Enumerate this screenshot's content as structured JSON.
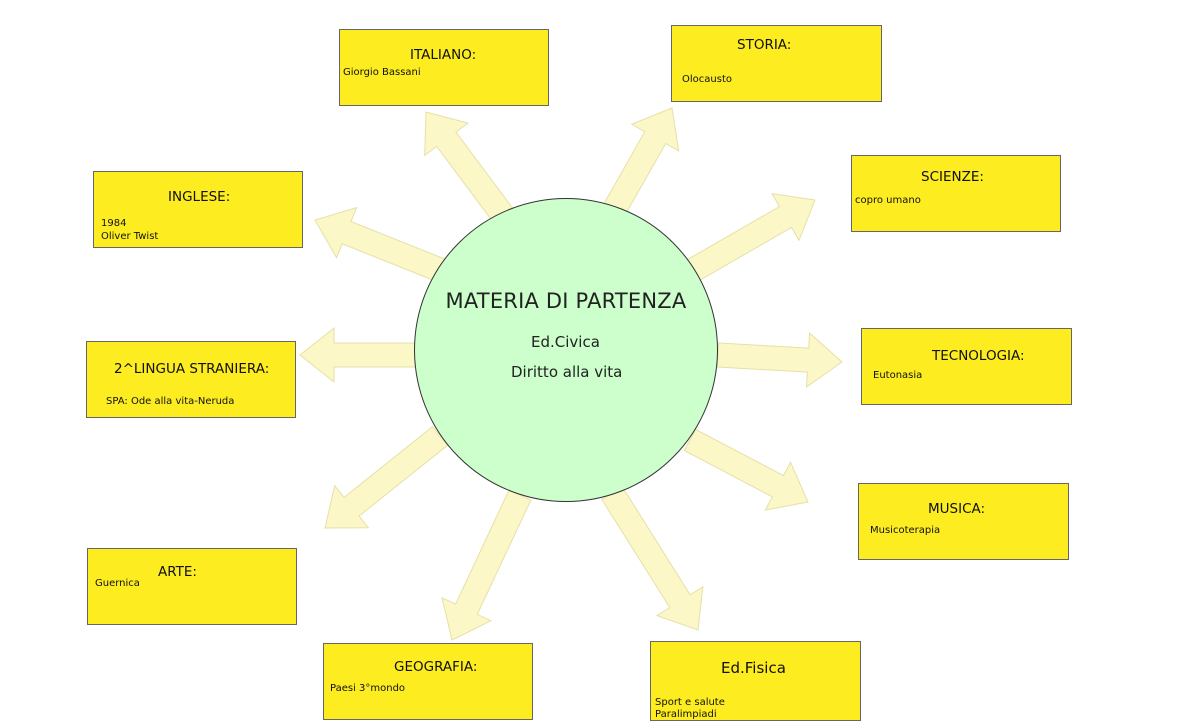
{
  "center": {
    "title": "MATERIA DI PARTENZA",
    "line1": "Ed.Civica",
    "line2": "Diritto alla vita"
  },
  "subjects": [
    {
      "key": "italiano",
      "title": "ITALIANO:",
      "lines": [
        "Giorgio Bassani"
      ]
    },
    {
      "key": "storia",
      "title": "STORIA:",
      "lines": [
        "Olocausto"
      ]
    },
    {
      "key": "inglese",
      "title": "INGLESE:",
      "lines": [
        "1984",
        "Oliver Twist"
      ]
    },
    {
      "key": "scienze",
      "title": "SCIENZE:",
      "lines": [
        "copro umano"
      ]
    },
    {
      "key": "lingua2",
      "title": "2^LINGUA STRANIERA:",
      "lines": [
        "SPA: Ode alla vita-Neruda"
      ]
    },
    {
      "key": "tecnologia",
      "title": "TECNOLOGIA:",
      "lines": [
        "Eutonasia"
      ]
    },
    {
      "key": "musica",
      "title": "MUSICA:",
      "lines": [
        "Musicoterapia"
      ]
    },
    {
      "key": "arte",
      "title": "ARTE:",
      "lines": [
        "Guernica"
      ]
    },
    {
      "key": "geografia",
      "title": "GEOGRAFIA:",
      "lines": [
        "Paesi 3°mondo"
      ]
    },
    {
      "key": "edfisica",
      "title": "Ed.Fisica",
      "lines": [
        "Sport e salute",
        "Paralimpiadi"
      ]
    }
  ],
  "colors": {
    "box_fill": "#fcec20",
    "center_fill": "#ccffcc",
    "arrow_fill": "#fbf7c6",
    "arrow_stroke": "#e6e0a8"
  }
}
